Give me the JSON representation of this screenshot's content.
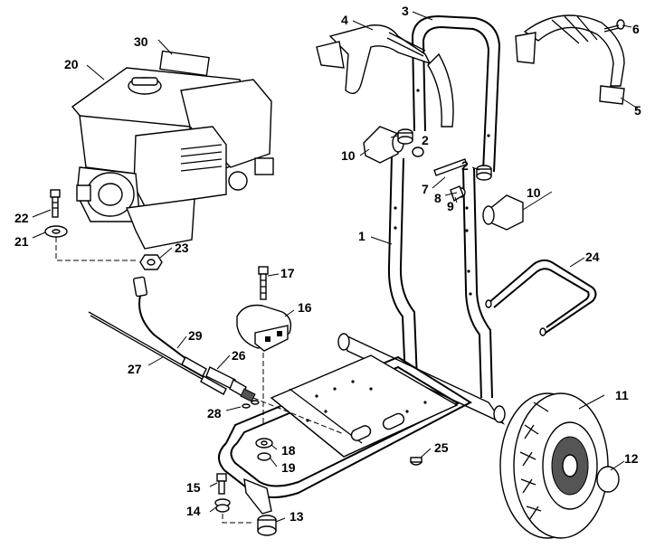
{
  "callouts": {
    "c1": "1",
    "c2a": "2",
    "c2b": "2",
    "c3": "3",
    "c4": "4",
    "c5": "5",
    "c6": "6",
    "c7": "7",
    "c8": "8",
    "c9": "9",
    "c10a": "10",
    "c10b": "10",
    "c11": "11",
    "c12": "12",
    "c13": "13",
    "c14": "14",
    "c15": "15",
    "c16": "16",
    "c17": "17",
    "c18": "18",
    "c19": "19",
    "c20": "20",
    "c21": "21",
    "c22": "22",
    "c23": "23",
    "c24": "24",
    "c25": "25",
    "c26": "26",
    "c27": "27",
    "c28": "28",
    "c29": "29",
    "c30": "30"
  }
}
